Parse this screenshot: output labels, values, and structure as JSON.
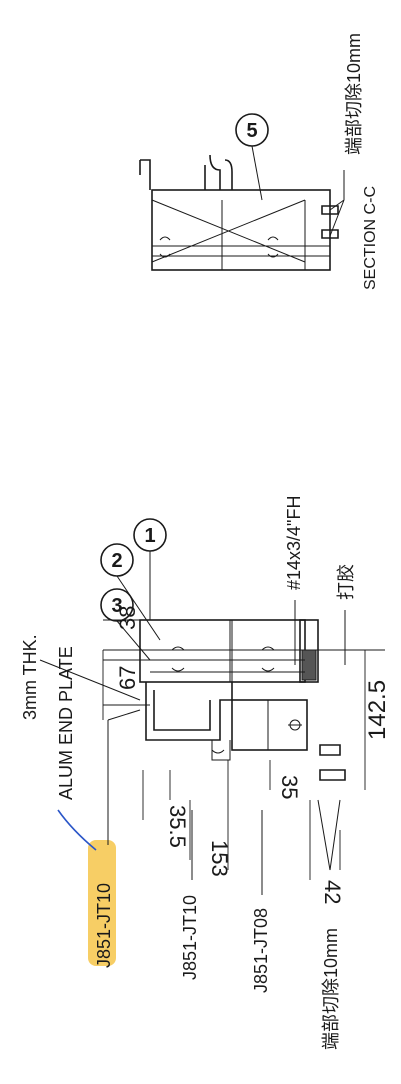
{
  "colors": {
    "ink": "#1a1a1a",
    "highlight": "#f6c64a",
    "pen_mark": "#2b56c8"
  },
  "section_cc": {
    "title": "SECTION C-C",
    "end_cut_note": "端部切除10mm",
    "balloon_5": "5"
  },
  "main_section": {
    "balloons": [
      "3",
      "2",
      "1"
    ],
    "dim_67": "67",
    "dim_38": "38",
    "dim_35_5": "35.5",
    "dim_153": "153",
    "dim_35": "35",
    "dim_42": "42",
    "dim_142_5": "142.5",
    "screw_note": "#14x3/4\"FH",
    "sealant_note": "打胶",
    "end_plate_note_line1": "3mm THK.",
    "end_plate_note_line2": "ALUM END PLATE",
    "part_jt10_highlighted": "J851-JT10",
    "part_jt10": "J851-JT10",
    "part_jt08": "J851-JT08",
    "end_cut_note": "端部切除10mm"
  }
}
